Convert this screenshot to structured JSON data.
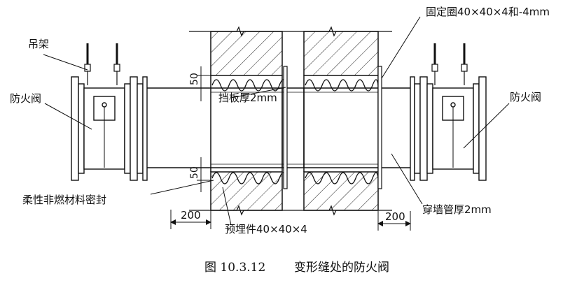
{
  "labels": {
    "hanger": "吊架",
    "fire_damper_left": "防火阀",
    "fire_damper_right": "防火阀",
    "fixing_ring": "固定圈40×40×4和-4mm",
    "baffle": "挡板厚2mm",
    "flexible_seal": "柔性非燃材料密封",
    "embedded_part": "预埋件40×40×4",
    "wall_pipe": "穿墙管厚2mm"
  },
  "dimensions": {
    "gap_top": "50",
    "gap_bottom": "50",
    "length_left": "200",
    "length_right": "200"
  },
  "caption": {
    "number": "图 10.3.12",
    "title": "变形缝处的防火阀"
  }
}
